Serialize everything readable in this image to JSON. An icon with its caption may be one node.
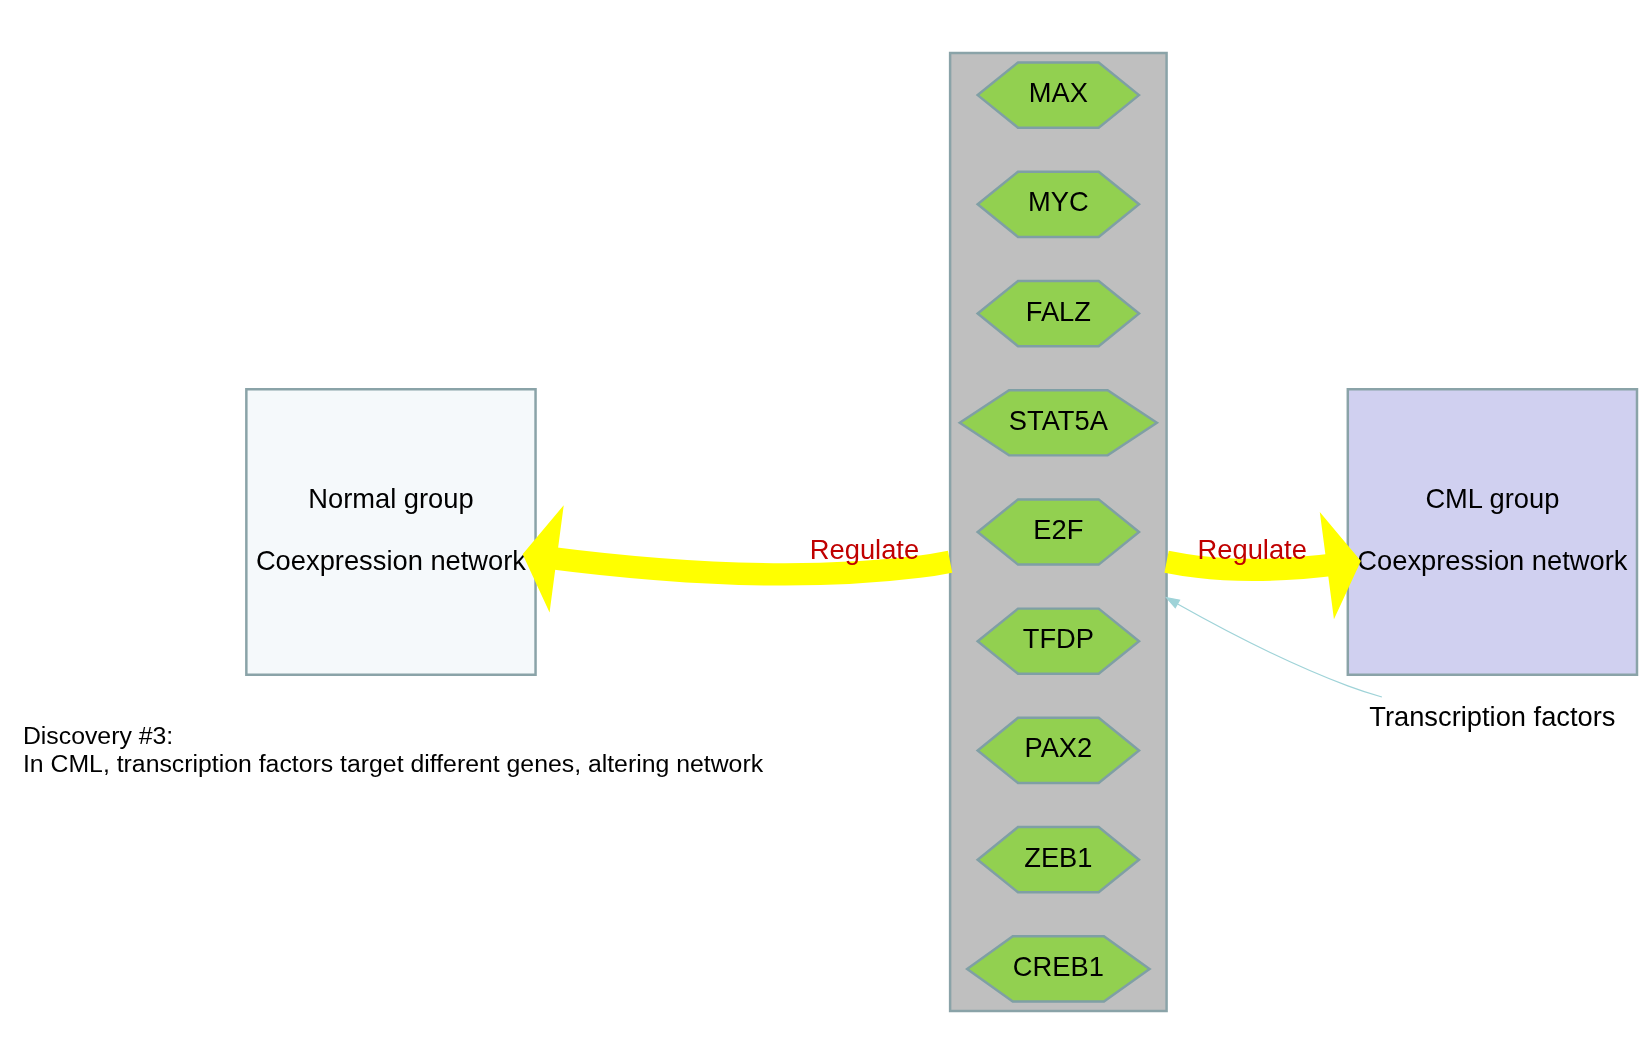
{
  "diagram": {
    "nodes": [
      {
        "text": [
          "Normal group",
          "Coexpression network"
        ]
      },
      {
        "text": [
          "CML group",
          "Coexpression network"
        ]
      },
      {
        "text": [],
        "shape": "box"
      },
      {
        "text": [
          "MAX"
        ],
        "in": 2
      },
      {
        "text": [
          "MYC"
        ],
        "in": 2
      },
      {
        "text": [
          "FALZ"
        ],
        "in": 2
      },
      {
        "text": [
          "STAT5A"
        ],
        "in": 2
      },
      {
        "text": [
          "E2F"
        ],
        "in": 2
      },
      {
        "text": [
          "TFDP"
        ],
        "in": 2
      },
      {
        "text": [
          "PAX2"
        ],
        "in": 2
      },
      {
        "text": [
          "ZEB1"
        ],
        "in": 2
      },
      {
        "text": [
          "CREB1"
        ],
        "in": 2
      },
      {
        "text": [
          "Transcription factors"
        ]
      }
    ],
    "edges": [
      {
        "from": 2,
        "to": 0,
        "arrow": "to",
        "label": "Regulate",
        "color": "#ffff00"
      },
      {
        "from": 2,
        "to": 1,
        "arrow": "to",
        "label": "Regulate",
        "color": "#ffff00"
      },
      {
        "from": 12,
        "to": 2,
        "arrow": "to",
        "color": "#9fd3d8"
      }
    ],
    "labels": [
      "Discovery #3:",
      "In CML, transcription factors target different genes, altering network"
    ]
  }
}
